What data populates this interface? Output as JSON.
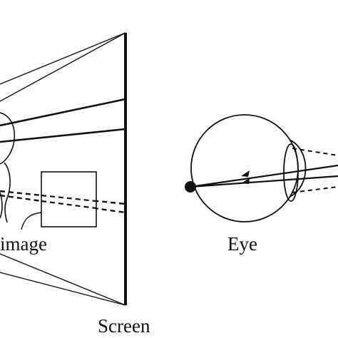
{
  "labels": {
    "image": "image",
    "eye": "Eye",
    "screen": "Screen"
  },
  "colors": {
    "ink": "#111111",
    "background": "#ffffff"
  }
}
